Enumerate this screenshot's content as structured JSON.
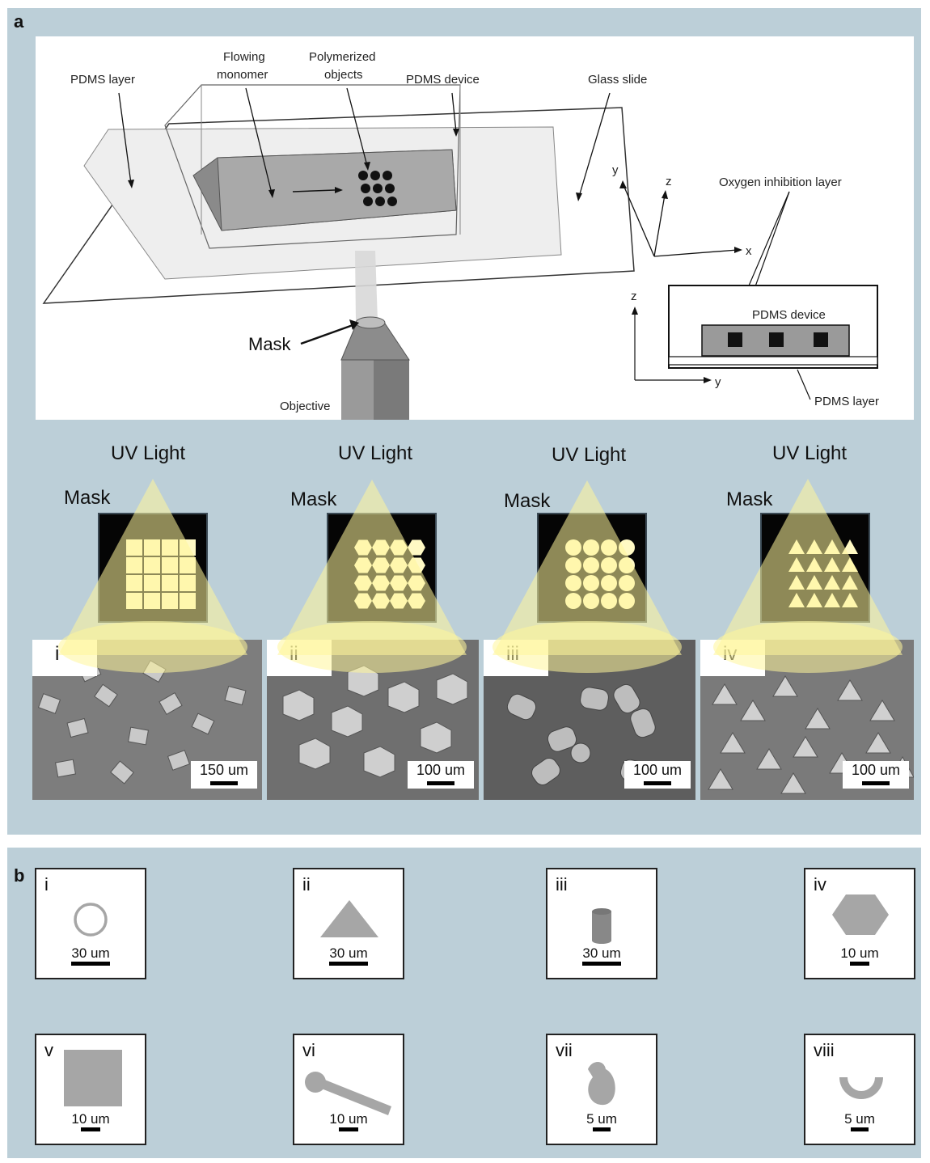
{
  "panel_a": {
    "letter": "a",
    "schematic": {
      "pdms_layer": "PDMS layer",
      "flowing_monomer_1": "Flowing",
      "flowing_monomer_2": "monomer",
      "polymerized_1": "Polymerized",
      "polymerized_2": "objects",
      "pdms_device": "PDMS device",
      "glass_slide": "Glass slide",
      "mask": "Mask",
      "objective": "Objective",
      "oxygen_layer": "Oxygen inhibition layer",
      "inset_pdms_device": "PDMS device",
      "inset_pdms_layer": "PDMS layer",
      "axis_x": "x",
      "axis_y": "y",
      "axis_z": "z",
      "inset_axis_z": "z",
      "inset_axis_y": "y"
    },
    "uv_columns": [
      {
        "uv": "UV Light",
        "mask": "Mask",
        "mask_shape": "square",
        "sem_tag": "i",
        "scale": "150 um"
      },
      {
        "uv": "UV Light",
        "mask": "Mask",
        "mask_shape": "hexagon",
        "sem_tag": "ii",
        "scale": "100 um"
      },
      {
        "uv": "UV Light",
        "mask": "Mask",
        "mask_shape": "circle",
        "sem_tag": "iii",
        "scale": "100 um"
      },
      {
        "uv": "UV Light",
        "mask": "Mask",
        "mask_shape": "triangle",
        "sem_tag": "iv",
        "scale": "100 um"
      }
    ]
  },
  "panel_b": {
    "letter": "b",
    "shapes": [
      {
        "tag": "i",
        "shape": "ring",
        "scale": "30 um"
      },
      {
        "tag": "ii",
        "shape": "triangle",
        "scale": "30 um"
      },
      {
        "tag": "iii",
        "shape": "cylinder",
        "scale": "30 um"
      },
      {
        "tag": "iv",
        "shape": "hexagon",
        "scale": "10 um"
      },
      {
        "tag": "v",
        "shape": "square",
        "scale": "10 um"
      },
      {
        "tag": "vi",
        "shape": "lollipop",
        "scale": "10 um"
      },
      {
        "tag": "vii",
        "shape": "teardrop",
        "scale": "5 um"
      },
      {
        "tag": "viii",
        "shape": "half-ring",
        "scale": "5 um"
      }
    ]
  },
  "colors": {
    "panel_bg": "#bccfd8",
    "uv_yellow": "#fff59a",
    "shape_gray": "#a6a6a6"
  }
}
